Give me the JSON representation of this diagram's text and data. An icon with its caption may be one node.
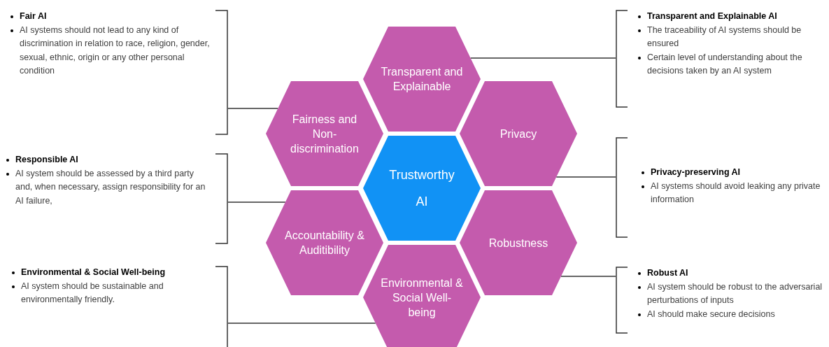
{
  "diagram": {
    "nodes": [
      {
        "text": [
          "Fair AI",
          "AI systems should not lead to any kind of discrimination in relation to race, religion, gender, sexual, ethnic, origin or any other personal condition"
        ]
      },
      {
        "text": [
          "Transparent and Explainable"
        ]
      },
      {
        "text": [
          "Transparent and Explainable AI",
          "The traceability of AI systems should be ensured",
          "Certain level of understanding about the decisions taken by an AI system"
        ]
      },
      {
        "text": [
          "Fairness and Non-discrimination"
        ]
      },
      {
        "text": [
          "Privacy"
        ]
      },
      {
        "text": [
          "Responsible AI",
          "AI system should be assessed by a third party and, when necessary, assign responsibility for an AI failure,"
        ]
      },
      {
        "text": [
          "Trustworthy AI"
        ]
      },
      {
        "text": [
          "Privacy-preserving AI",
          "AI systems should avoid leaking any private information"
        ]
      },
      {
        "text": [
          "Accountability & Auditibility"
        ]
      },
      {
        "text": [
          "Robustness"
        ]
      },
      {
        "text": [
          "Environmental & Social Well-being",
          "AI system should be sustainable and environmentally friendly."
        ]
      },
      {
        "text": [
          "Robust AI",
          "AI system should be robust to the adversarial perturbations of inputs",
          "AI should make secure decisions"
        ]
      },
      {
        "text": [
          "Environmental & Social Well-being"
        ]
      }
    ],
    "edges": [
      {
        "from": 0,
        "to": 3,
        "arrow": "none"
      },
      {
        "from": 2,
        "to": 1,
        "arrow": "none"
      },
      {
        "from": 5,
        "to": 8,
        "arrow": "none"
      },
      {
        "from": 7,
        "to": 4,
        "arrow": "none"
      },
      {
        "from": 10,
        "to": 12,
        "arrow": "none"
      },
      {
        "from": 11,
        "to": 9,
        "arrow": "none"
      }
    ]
  }
}
